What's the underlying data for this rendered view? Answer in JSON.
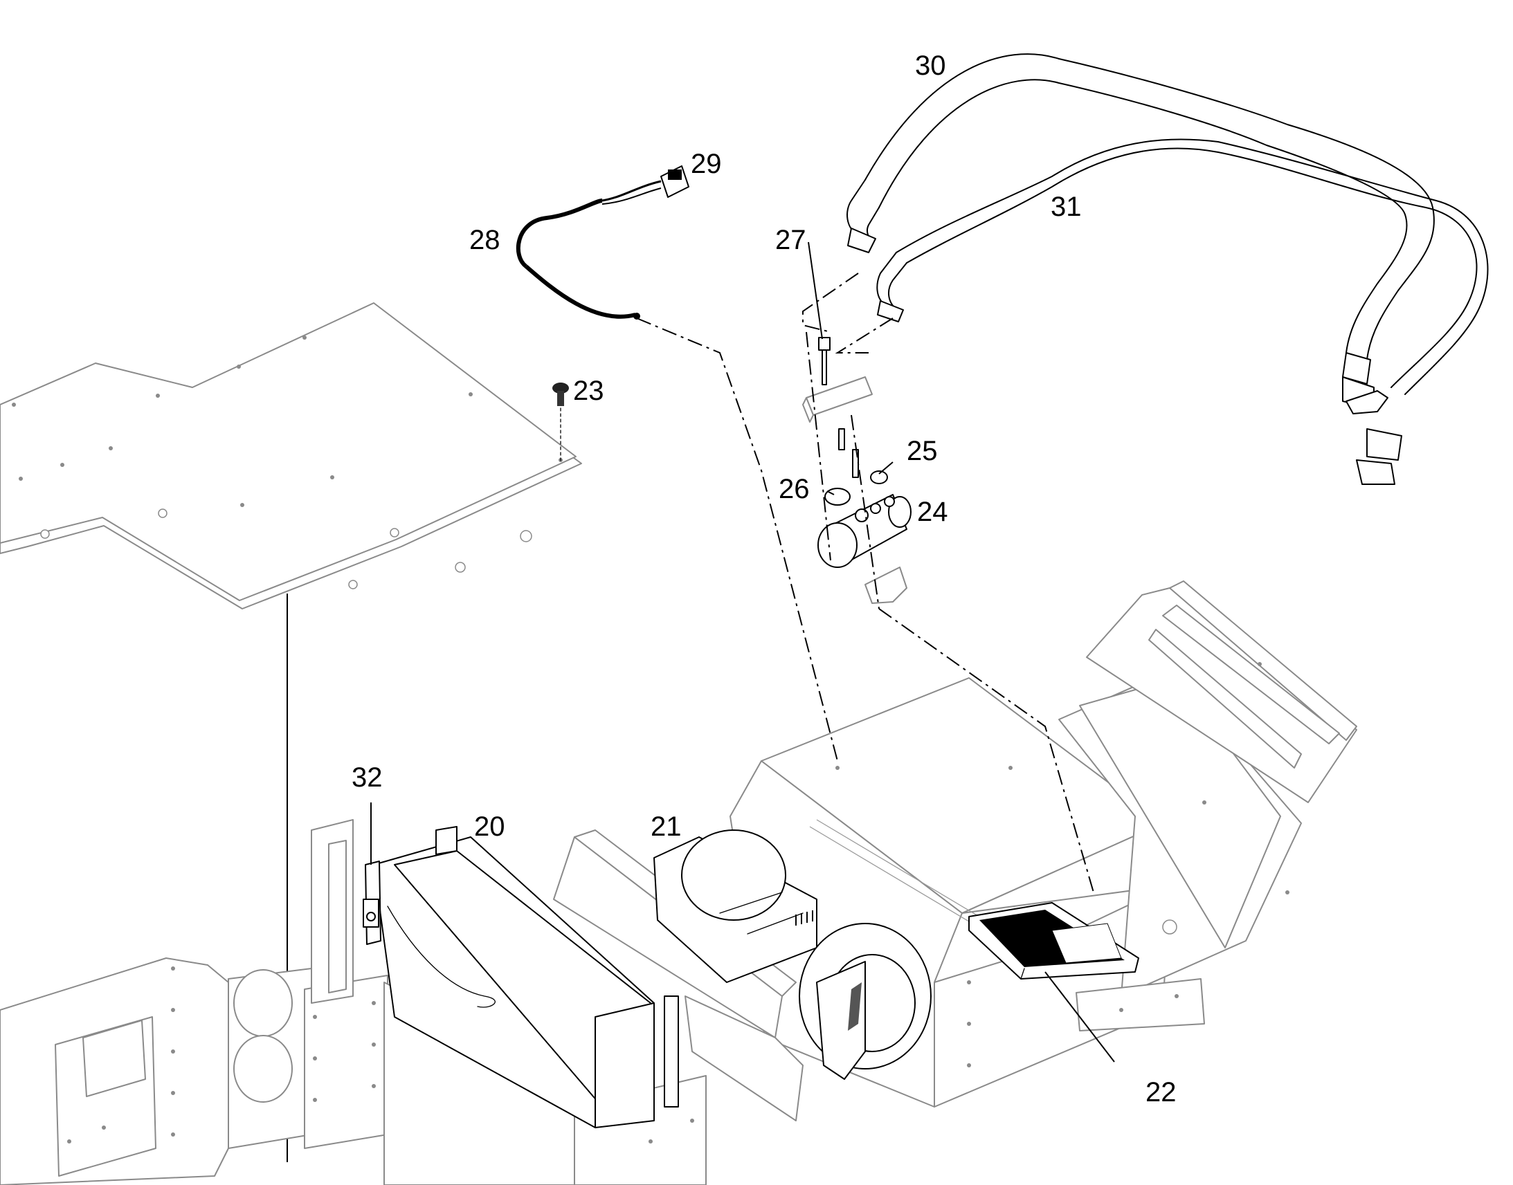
{
  "callouts": {
    "c20": "20",
    "c21": "21",
    "c22": "22",
    "c23": "23",
    "c24": "24",
    "c25": "25",
    "c26": "26",
    "c27": "27",
    "c28": "28",
    "c29": "29",
    "c30": "30",
    "c31": "31",
    "c32": "32"
  }
}
